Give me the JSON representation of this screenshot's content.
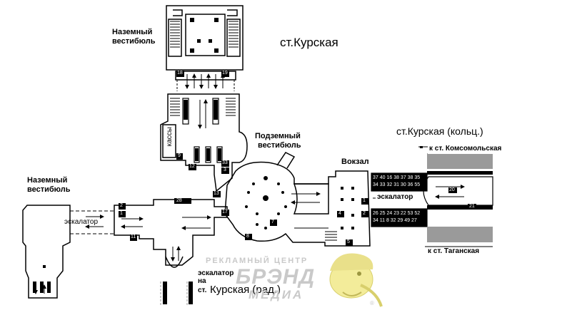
{
  "labels": {
    "station_main": "ст.Курская",
    "station_ring": "ст.Курская (кольц.)",
    "ground_vestibule_top_1": "Наземный",
    "ground_vestibule_top_2": "вестибюль",
    "ground_vestibule_left_1": "Наземный",
    "ground_vestibule_left_2": "вестибюль",
    "underground_vestibule_1": "Подземный",
    "underground_vestibule_2": "вестибюль",
    "station_building": "Вокзал",
    "ticket_office": "кассы",
    "escalator_left": "эскалатор",
    "escalator_right": "эскалатор",
    "escalator_radial_1": "эскалатор",
    "escalator_radial_2": "на",
    "escalator_radial_3": "ст.",
    "station_radial": "Курская (рад.)",
    "to_komsomolskaya": "к ст. Комсомольская",
    "to_taganskaya": "к ст. Таганская"
  },
  "exits": {
    "e18": "18",
    "e19": "19",
    "e12": "12",
    "e9": "9",
    "e33": "33",
    "e3": "3",
    "e2": "2",
    "e1": "1",
    "e13": "13",
    "e17": "17",
    "e8": "8",
    "e7": "7",
    "e11": "11",
    "e4": "4",
    "e2b": "2",
    "e1b": "1",
    "e5": "5",
    "e20": "20",
    "e21": "21",
    "e28": "28"
  },
  "platform_numbers": {
    "top_row_1": "37 40 16 38 37 38 35",
    "top_row_2": "34 33 32 31 30 36 55",
    "bottom_row_1": "26 25 24 23 22 53 52",
    "bottom_row_2": "34 11 8 32 29 49 27"
  },
  "watermark": {
    "line1": "РЕКЛАМНЫЙ ЦЕНТР",
    "line2": "БРЭНД",
    "line3": "МЕДИА"
  },
  "colors": {
    "ink": "#000000",
    "grey": "#9a9a9a",
    "watermark": "#c9c9c9",
    "mascot": "#f3ec9a"
  }
}
